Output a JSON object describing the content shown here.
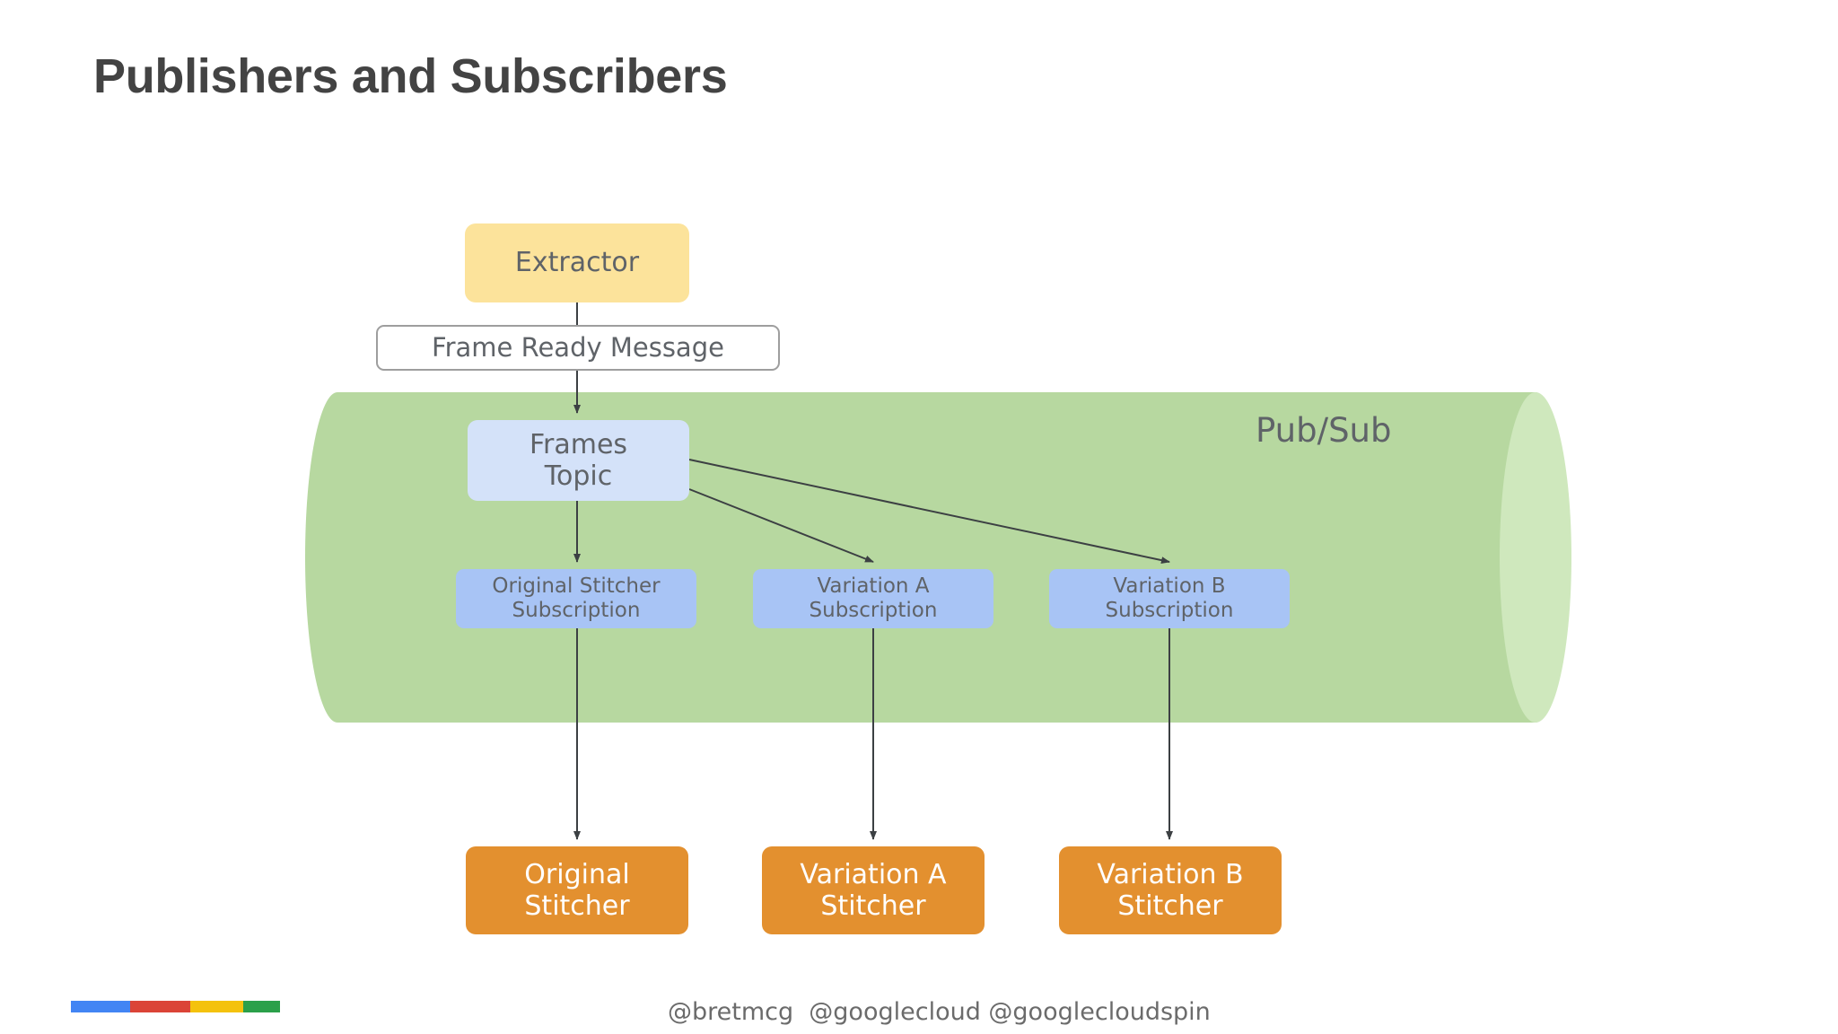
{
  "slide": {
    "title": "Publishers and Subscribers",
    "background": "#ffffff",
    "title_color": "#434343"
  },
  "diagram": {
    "container": {
      "label": "Pub/Sub",
      "shape": "cylinder",
      "body_color": "#b7d8a0",
      "cap_color": "#cfe8bd"
    },
    "publisher": {
      "label": "Extractor",
      "color": "#fce39b",
      "text_color": "#5f6368"
    },
    "message": {
      "label": "Frame Ready Message",
      "color": "#ffffff",
      "border_color": "#9e9e9e",
      "text_color": "#5f6368"
    },
    "topic": {
      "label": "Frames\nTopic",
      "color": "#d4e2f9",
      "text_color": "#5f6368"
    },
    "subscriptions": [
      {
        "label": "Original Stitcher\nSubscription",
        "color": "#a8c4f5",
        "text_color": "#5f6368"
      },
      {
        "label": "Variation A\nSubscription",
        "color": "#a8c4f5",
        "text_color": "#5f6368"
      },
      {
        "label": "Variation B\nSubscription",
        "color": "#a8c4f5",
        "text_color": "#5f6368"
      }
    ],
    "subscribers": [
      {
        "label": "Original\nStitcher",
        "color": "#e3902f",
        "text_color": "#ffffff"
      },
      {
        "label": "Variation A\nStitcher",
        "color": "#e3902f",
        "text_color": "#ffffff"
      },
      {
        "label": "Variation B\nStitcher",
        "color": "#e3902f",
        "text_color": "#ffffff"
      }
    ],
    "connector_color": "#3c4043"
  },
  "footer": {
    "handles": "@bretmcg  @googlecloud @googlecloudspin",
    "handles_color": "#6b6b6b",
    "brand_colors": {
      "blue": "#4285f4",
      "red": "#db4437",
      "yellow": "#f4c20d",
      "green": "#2ba04a"
    }
  }
}
